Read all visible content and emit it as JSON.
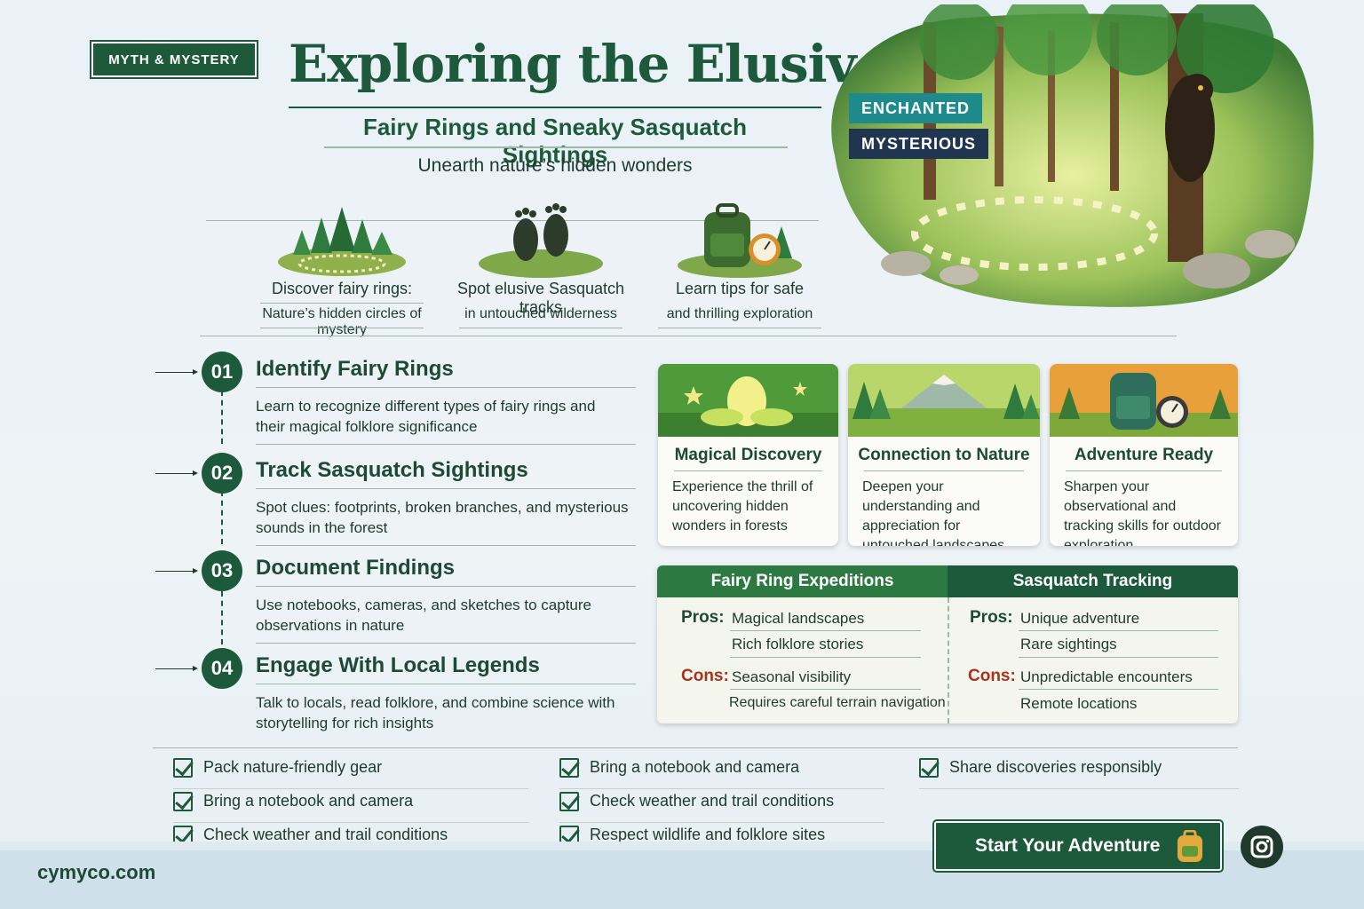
{
  "header": {
    "badge": "MYTH & MYSTERY",
    "title": "Exploring the Elusive",
    "subtitle": "Fairy Rings and Sneaky Sasquatch Sightings",
    "tagline": "Unearth nature’s hidden wonders"
  },
  "hero": {
    "ribbon_1": "ENCHANTED",
    "ribbon_2": "MYSTERIOUS"
  },
  "features": [
    {
      "title": "Discover fairy rings:",
      "desc": "Nature’s hidden circles of mystery",
      "icon": "fairy-ring-icon"
    },
    {
      "title": "Spot elusive Sasquatch tracks",
      "desc": "in untouched wilderness",
      "icon": "footprints-icon"
    },
    {
      "title": "Learn tips for safe",
      "desc": "and thrilling exploration",
      "icon": "backpack-compass-icon"
    }
  ],
  "steps": [
    {
      "num": "01",
      "title": "Identify Fairy Rings",
      "desc": "Learn to recognize different types of fairy rings and their magical folklore significance"
    },
    {
      "num": "02",
      "title": "Track Sasquatch Sightings",
      "desc": "Spot clues: footprints, broken branches, and mysterious sounds in the forest"
    },
    {
      "num": "03",
      "title": "Document Findings",
      "desc": "Use notebooks, cameras, and sketches to capture observations in nature"
    },
    {
      "num": "04",
      "title": "Engage With Local Legends",
      "desc": "Talk to locals, read folklore, and combine science with storytelling for rich insights"
    }
  ],
  "cards": [
    {
      "title": "Magical Discovery",
      "desc": "Experience the thrill of uncovering hidden wonders in forests"
    },
    {
      "title": "Connection to Nature",
      "desc": "Deepen your understanding and appreciation for untouched landscapes"
    },
    {
      "title": "Adventure Ready",
      "desc": "Sharpen your observational and tracking skills for outdoor exploration"
    }
  ],
  "comparison": {
    "left": {
      "header": "Fairy Ring Expeditions",
      "pros_label": "Pros:",
      "pros": [
        "Magical landscapes",
        "Rich folklore stories"
      ],
      "cons_label": "Cons:",
      "cons": [
        "Seasonal visibility",
        "Requires careful terrain navigation"
      ]
    },
    "right": {
      "header": "Sasquatch Tracking",
      "pros_label": "Pros:",
      "pros": [
        "Unique adventure",
        "Rare sightings"
      ],
      "cons_label": "Cons:",
      "cons": [
        "Unpredictable encounters",
        "Remote locations"
      ]
    }
  },
  "checklist": [
    [
      "Pack nature-friendly gear",
      "Bring a notebook and camera",
      "Check weather and trail conditions"
    ],
    [
      "Bring a notebook and camera",
      "Check weather and trail conditions",
      "Respect wildlife and folklore sites"
    ],
    [
      "Share discoveries responsibly"
    ]
  ],
  "footer": {
    "site": "cymyco.com",
    "cta": "Start Your Adventure"
  },
  "colors": {
    "primary_green": "#1d5a3b",
    "dark_text": "#1f3a2c",
    "cons_red": "#a8321e",
    "ribbon_teal": "#1f8a8c",
    "ribbon_navy": "#1f3550"
  }
}
